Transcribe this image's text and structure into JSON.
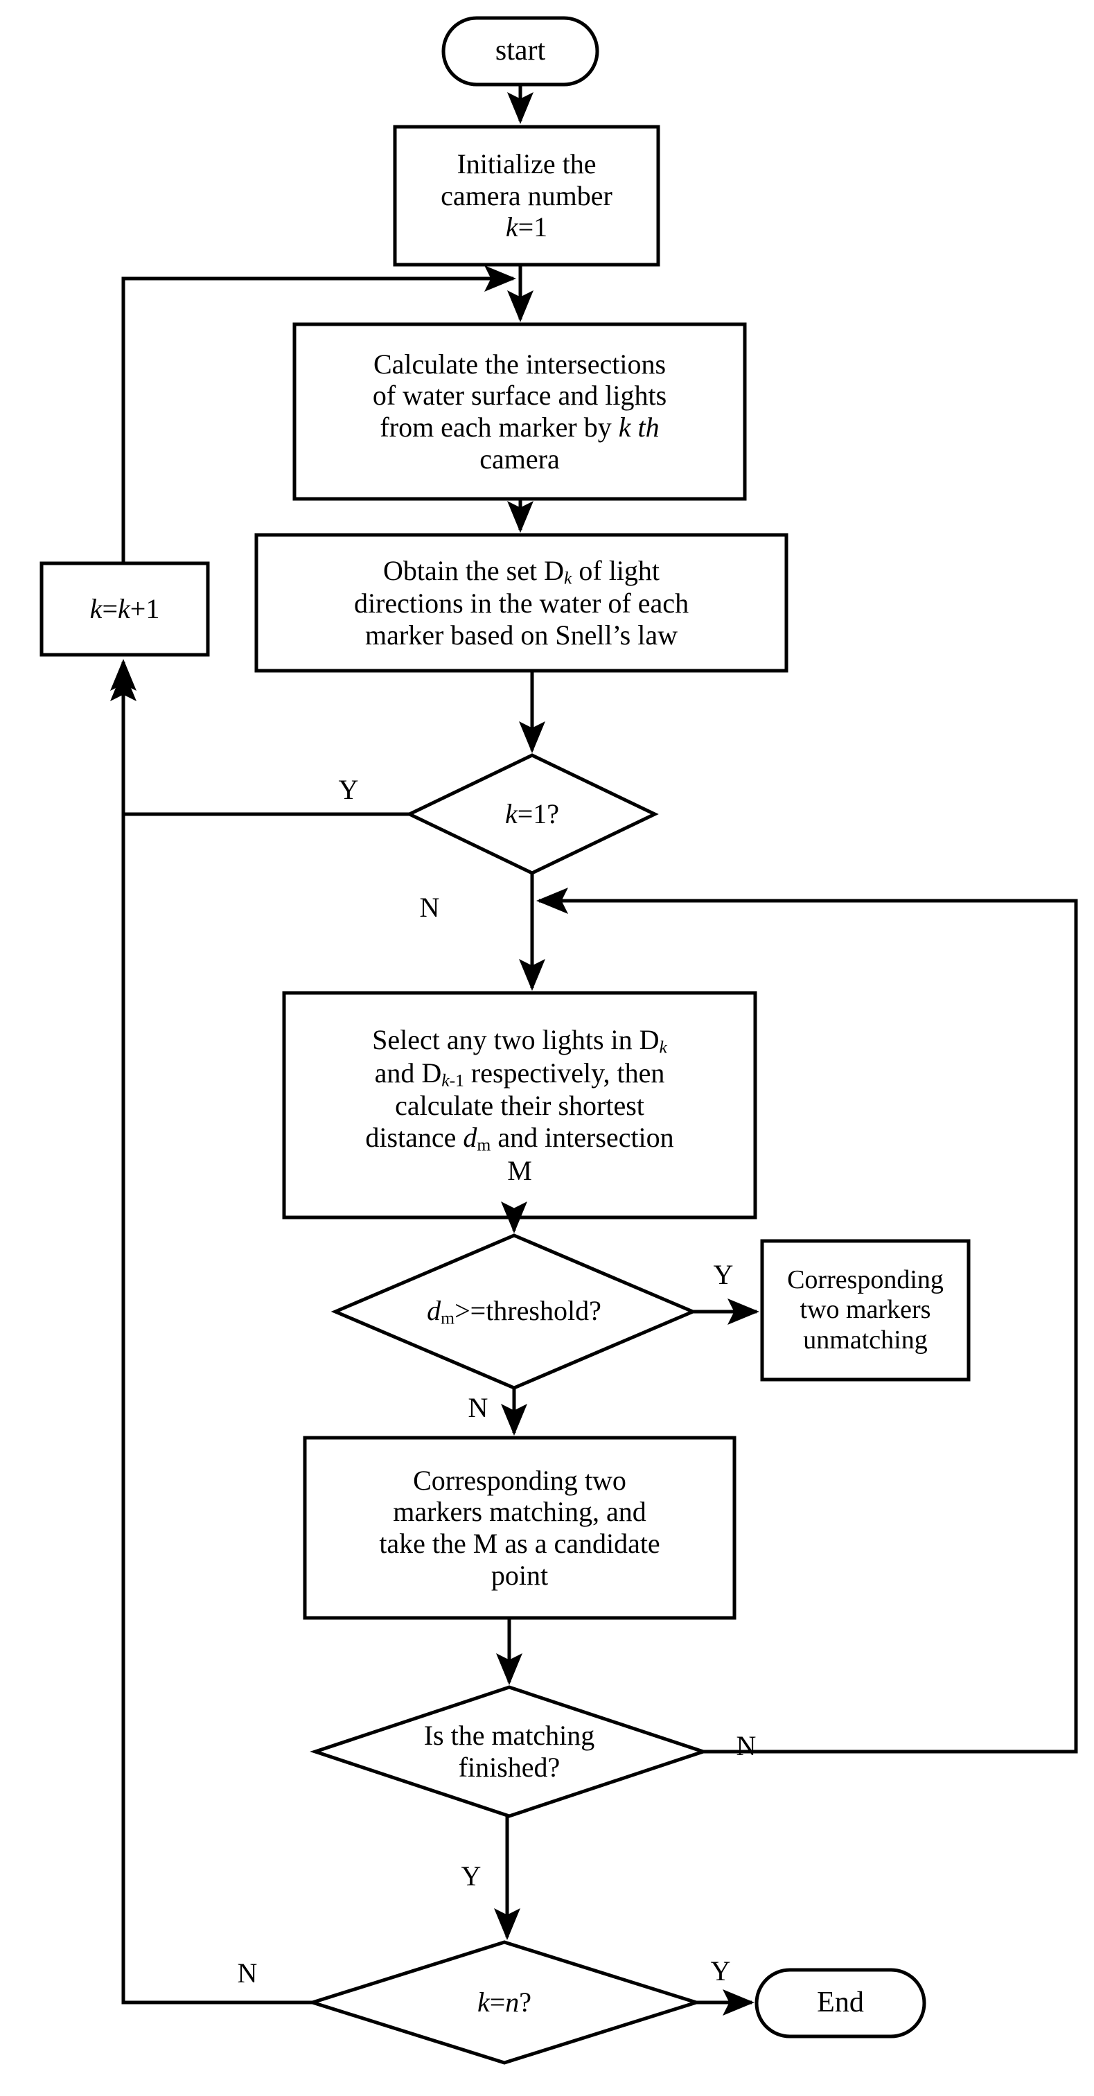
{
  "diagram": {
    "type": "flowchart",
    "title": "Underwater marker matching flowchart",
    "background_color": "#ffffff",
    "line_color": "#000000",
    "nodes": [
      {
        "id": "start",
        "shape": "terminal",
        "text": "start"
      },
      {
        "id": "init",
        "shape": "process",
        "text": "Initialize the camera number k=1"
      },
      {
        "id": "calc",
        "shape": "process",
        "text": "Calculate the intersections of water surface and lights from each marker by k th camera"
      },
      {
        "id": "obtain",
        "shape": "process",
        "text": "Obtain the set Dk of light directions in the water of each marker based on Snell’s law"
      },
      {
        "id": "kincr",
        "shape": "process",
        "text": "k=k+1"
      },
      {
        "id": "k_eq_1",
        "shape": "decision",
        "text": "k=1?"
      },
      {
        "id": "select",
        "shape": "process",
        "text": "Select any two lights in Dk and Dk-1 respectively, then calculate their shortest distance dm and intersection M"
      },
      {
        "id": "threshold",
        "shape": "decision",
        "text": "dm>=threshold?"
      },
      {
        "id": "unmatching",
        "shape": "process",
        "text": "Corresponding two markers unmatching"
      },
      {
        "id": "matching",
        "shape": "process",
        "text": "Corresponding two markers matching, and take the M as a candidate point"
      },
      {
        "id": "match_done",
        "shape": "decision",
        "text": "Is the matching finished?"
      },
      {
        "id": "k_eq_n",
        "shape": "decision",
        "text": "k=n?"
      },
      {
        "id": "end",
        "shape": "terminal",
        "text": "End"
      }
    ],
    "edge_labels": {
      "k_eq_1_yes": "Y",
      "k_eq_1_no": "N",
      "threshold_yes": "Y",
      "threshold_no": "N",
      "match_done_no": "N",
      "match_done_yes": "Y",
      "k_eq_n_no": "N",
      "k_eq_n_yes": "Y"
    }
  }
}
